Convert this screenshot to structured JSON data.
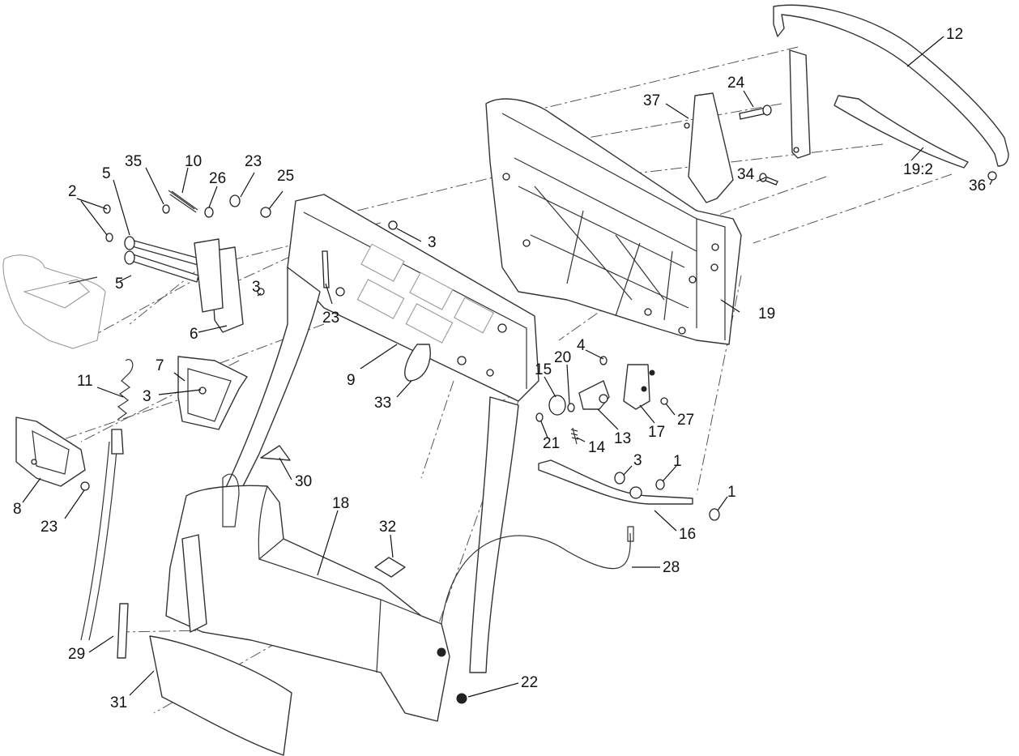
{
  "callouts": [
    {
      "id": "c12",
      "text": "12"
    },
    {
      "id": "c24",
      "text": "24"
    },
    {
      "id": "c37",
      "text": "37"
    },
    {
      "id": "c19-2",
      "text": "19:2"
    },
    {
      "id": "c36",
      "text": "36"
    },
    {
      "id": "c34",
      "text": "34"
    },
    {
      "id": "c10",
      "text": "10"
    },
    {
      "id": "c35",
      "text": "35"
    },
    {
      "id": "c26",
      "text": "26"
    },
    {
      "id": "c23a",
      "text": "23"
    },
    {
      "id": "c25",
      "text": "25"
    },
    {
      "id": "c2",
      "text": "2"
    },
    {
      "id": "c5a",
      "text": "5"
    },
    {
      "id": "c5b",
      "text": "5"
    },
    {
      "id": "c3a",
      "text": "3"
    },
    {
      "id": "c3b",
      "text": "3"
    },
    {
      "id": "c23b",
      "text": "23"
    },
    {
      "id": "c6",
      "text": "6"
    },
    {
      "id": "c19",
      "text": "19"
    },
    {
      "id": "c9",
      "text": "9"
    },
    {
      "id": "c4",
      "text": "4"
    },
    {
      "id": "c20",
      "text": "20"
    },
    {
      "id": "c15",
      "text": "15"
    },
    {
      "id": "c7",
      "text": "7"
    },
    {
      "id": "c11",
      "text": "11"
    },
    {
      "id": "c3c",
      "text": "3"
    },
    {
      "id": "c33",
      "text": "33"
    },
    {
      "id": "c27",
      "text": "27"
    },
    {
      "id": "c17",
      "text": "17"
    },
    {
      "id": "c13",
      "text": "13"
    },
    {
      "id": "c14",
      "text": "14"
    },
    {
      "id": "c21",
      "text": "21"
    },
    {
      "id": "c8",
      "text": "8"
    },
    {
      "id": "c23c",
      "text": "23"
    },
    {
      "id": "c30",
      "text": "30"
    },
    {
      "id": "c3d",
      "text": "3"
    },
    {
      "id": "c1a",
      "text": "1"
    },
    {
      "id": "c1b",
      "text": "1"
    },
    {
      "id": "c16",
      "text": "16"
    },
    {
      "id": "c18",
      "text": "18"
    },
    {
      "id": "c32",
      "text": "32"
    },
    {
      "id": "c28",
      "text": "28"
    },
    {
      "id": "c29",
      "text": "29"
    },
    {
      "id": "c31",
      "text": "31"
    },
    {
      "id": "c22",
      "text": "22"
    }
  ]
}
